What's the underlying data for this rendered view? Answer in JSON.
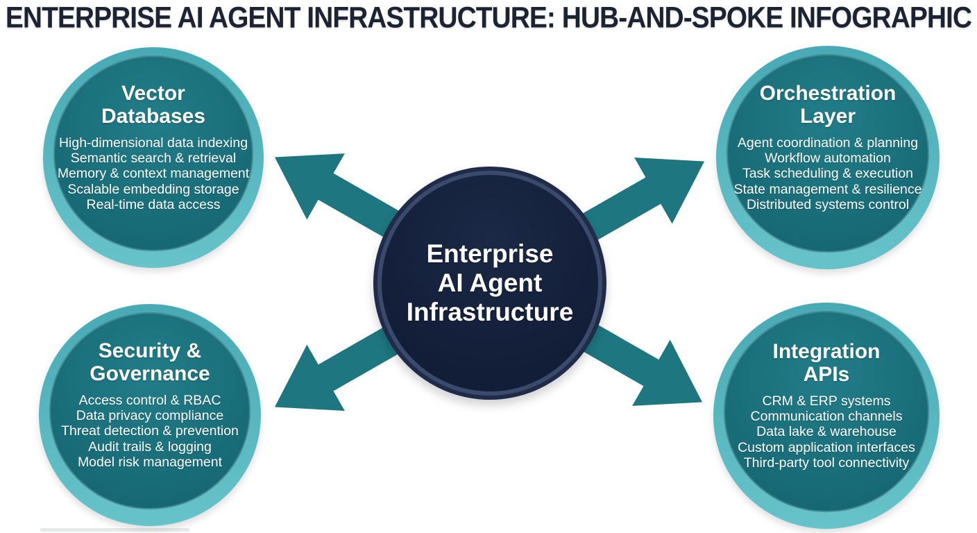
{
  "title": "ENTERPRISE AI AGENT INFRASTRUCTURE: HUB-AND-SPOKE INFOGRAPHIC",
  "hub": {
    "lines": [
      "Enterprise",
      "AI Agent",
      "Infrastructure"
    ]
  },
  "nodes": {
    "top_left": {
      "heading_lines": [
        "Vector",
        "Databases"
      ],
      "items": [
        "High-dimensional data indexing",
        "Semantic search & retrieval",
        "Memory & context management",
        "Scalable embedding storage",
        "Real-time data access"
      ]
    },
    "top_right": {
      "heading_lines": [
        "Orchestration",
        "Layer"
      ],
      "items": [
        "Agent coordination & planning",
        "Workflow automation",
        "Task scheduling & execution",
        "State management & resilience",
        "Distributed systems control"
      ]
    },
    "bottom_left": {
      "heading_lines": [
        "Security &",
        "Governance"
      ],
      "items": [
        "Access control & RBAC",
        "Data privacy compliance",
        "Threat detection & prevention",
        "Audit trails & logging",
        "Model risk management"
      ]
    },
    "bottom_right": {
      "heading_lines": [
        "Integration",
        "APIs"
      ],
      "items": [
        "CRM & ERP systems",
        "Communication channels",
        "Data lake & warehouse",
        "Custom application interfaces",
        "Third-party tool connectivity"
      ]
    }
  },
  "colors": {
    "background": "#ffffff",
    "title_text": "#1c2433",
    "node_ring_top": "#47aab4",
    "node_ring_bottom": "#67c3ca",
    "node_fill": "#166874",
    "node_fill_light": "#227d88",
    "hub_edge": "#1f2b49",
    "hub_ring": "#3a4a6c",
    "hub_fill": "#121d37",
    "hub_fill_light": "#1b2946",
    "arrow": "#1e7681"
  }
}
